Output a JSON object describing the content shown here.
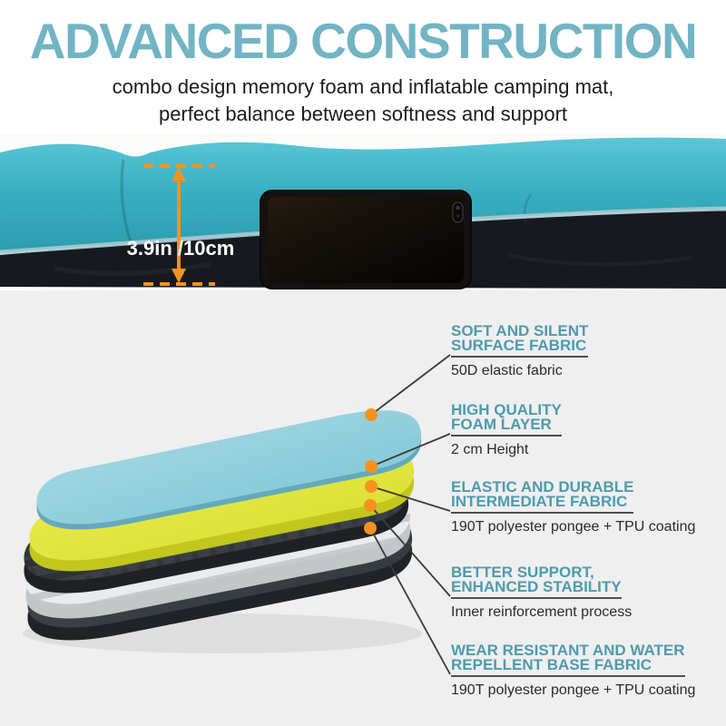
{
  "header": {
    "title": "ADVANCED CONSTRUCTION",
    "subtitle_line1": "combo design memory foam and inflatable camping mat,",
    "subtitle_line2": "perfect balance between softness and support"
  },
  "photo": {
    "measurement": "3.9in /10cm"
  },
  "colors": {
    "title_teal": "#72b4c4",
    "heading_teal": "#4d9bad",
    "accent_orange": "#f6921e",
    "mat_teal": "#3aafc2",
    "mat_dark": "#161a20",
    "page_gray": "#efefef",
    "layer_blue": "#9fd8e3",
    "layer_yellow": "#e7ea43",
    "layer_mesh": "#3a4045",
    "layer_coil": "#e9eced",
    "layer_base": "#42474d"
  },
  "diagram": {
    "layers": [
      {
        "name": "surface-fabric-layer"
      },
      {
        "name": "foam-layer"
      },
      {
        "name": "intermediate-fabric-layer"
      },
      {
        "name": "air-coil-layer"
      },
      {
        "name": "base-fabric-layer"
      }
    ]
  },
  "callouts": [
    {
      "heading_line1": "SOFT AND SILENT",
      "heading_line2": "SURFACE FABRIC",
      "description": "50D elastic fabric"
    },
    {
      "heading_line1": "HIGH QUALITY",
      "heading_line2": "FOAM LAYER",
      "description": "2 cm Height"
    },
    {
      "heading_line1": "ELASTIC AND DURABLE",
      "heading_line2": "INTERMEDIATE FABRIC",
      "description": "190T polyester pongee + TPU coating"
    },
    {
      "heading_line1": "BETTER SUPPORT,",
      "heading_line2": "ENHANCED STABILITY",
      "description": "Inner reinforcement process"
    },
    {
      "heading_line1": "WEAR RESISTANT AND WATER",
      "heading_line2": "REPELLENT BASE FABRIC",
      "description": "190T polyester pongee + TPU coating"
    }
  ]
}
